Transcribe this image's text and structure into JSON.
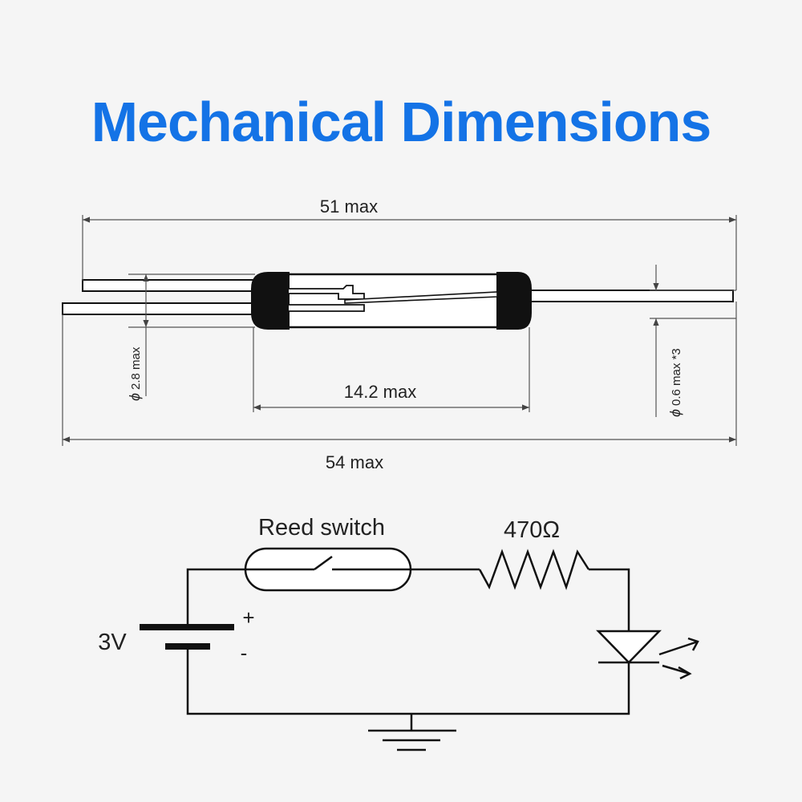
{
  "title": "Mechanical Dimensions",
  "colors": {
    "title": "#1473e6",
    "line": "#111111",
    "dim": "#555555",
    "background": "#f5f5f5"
  },
  "dimensions": {
    "overall_51": "51 max",
    "overall_54": "54 max",
    "body_length": "14.2 max",
    "body_diameter_symbol": "ϕ",
    "body_diameter": "2.8 max",
    "lead_diameter_symbol": "ϕ",
    "lead_diameter": "0.6 max *3"
  },
  "circuit": {
    "reed_switch_label": "Reed switch",
    "resistor_label": "470Ω",
    "battery_label": "3V",
    "battery_plus": "+",
    "battery_minus": "-",
    "components": [
      "reed-switch",
      "resistor",
      "led",
      "battery",
      "ground"
    ]
  }
}
